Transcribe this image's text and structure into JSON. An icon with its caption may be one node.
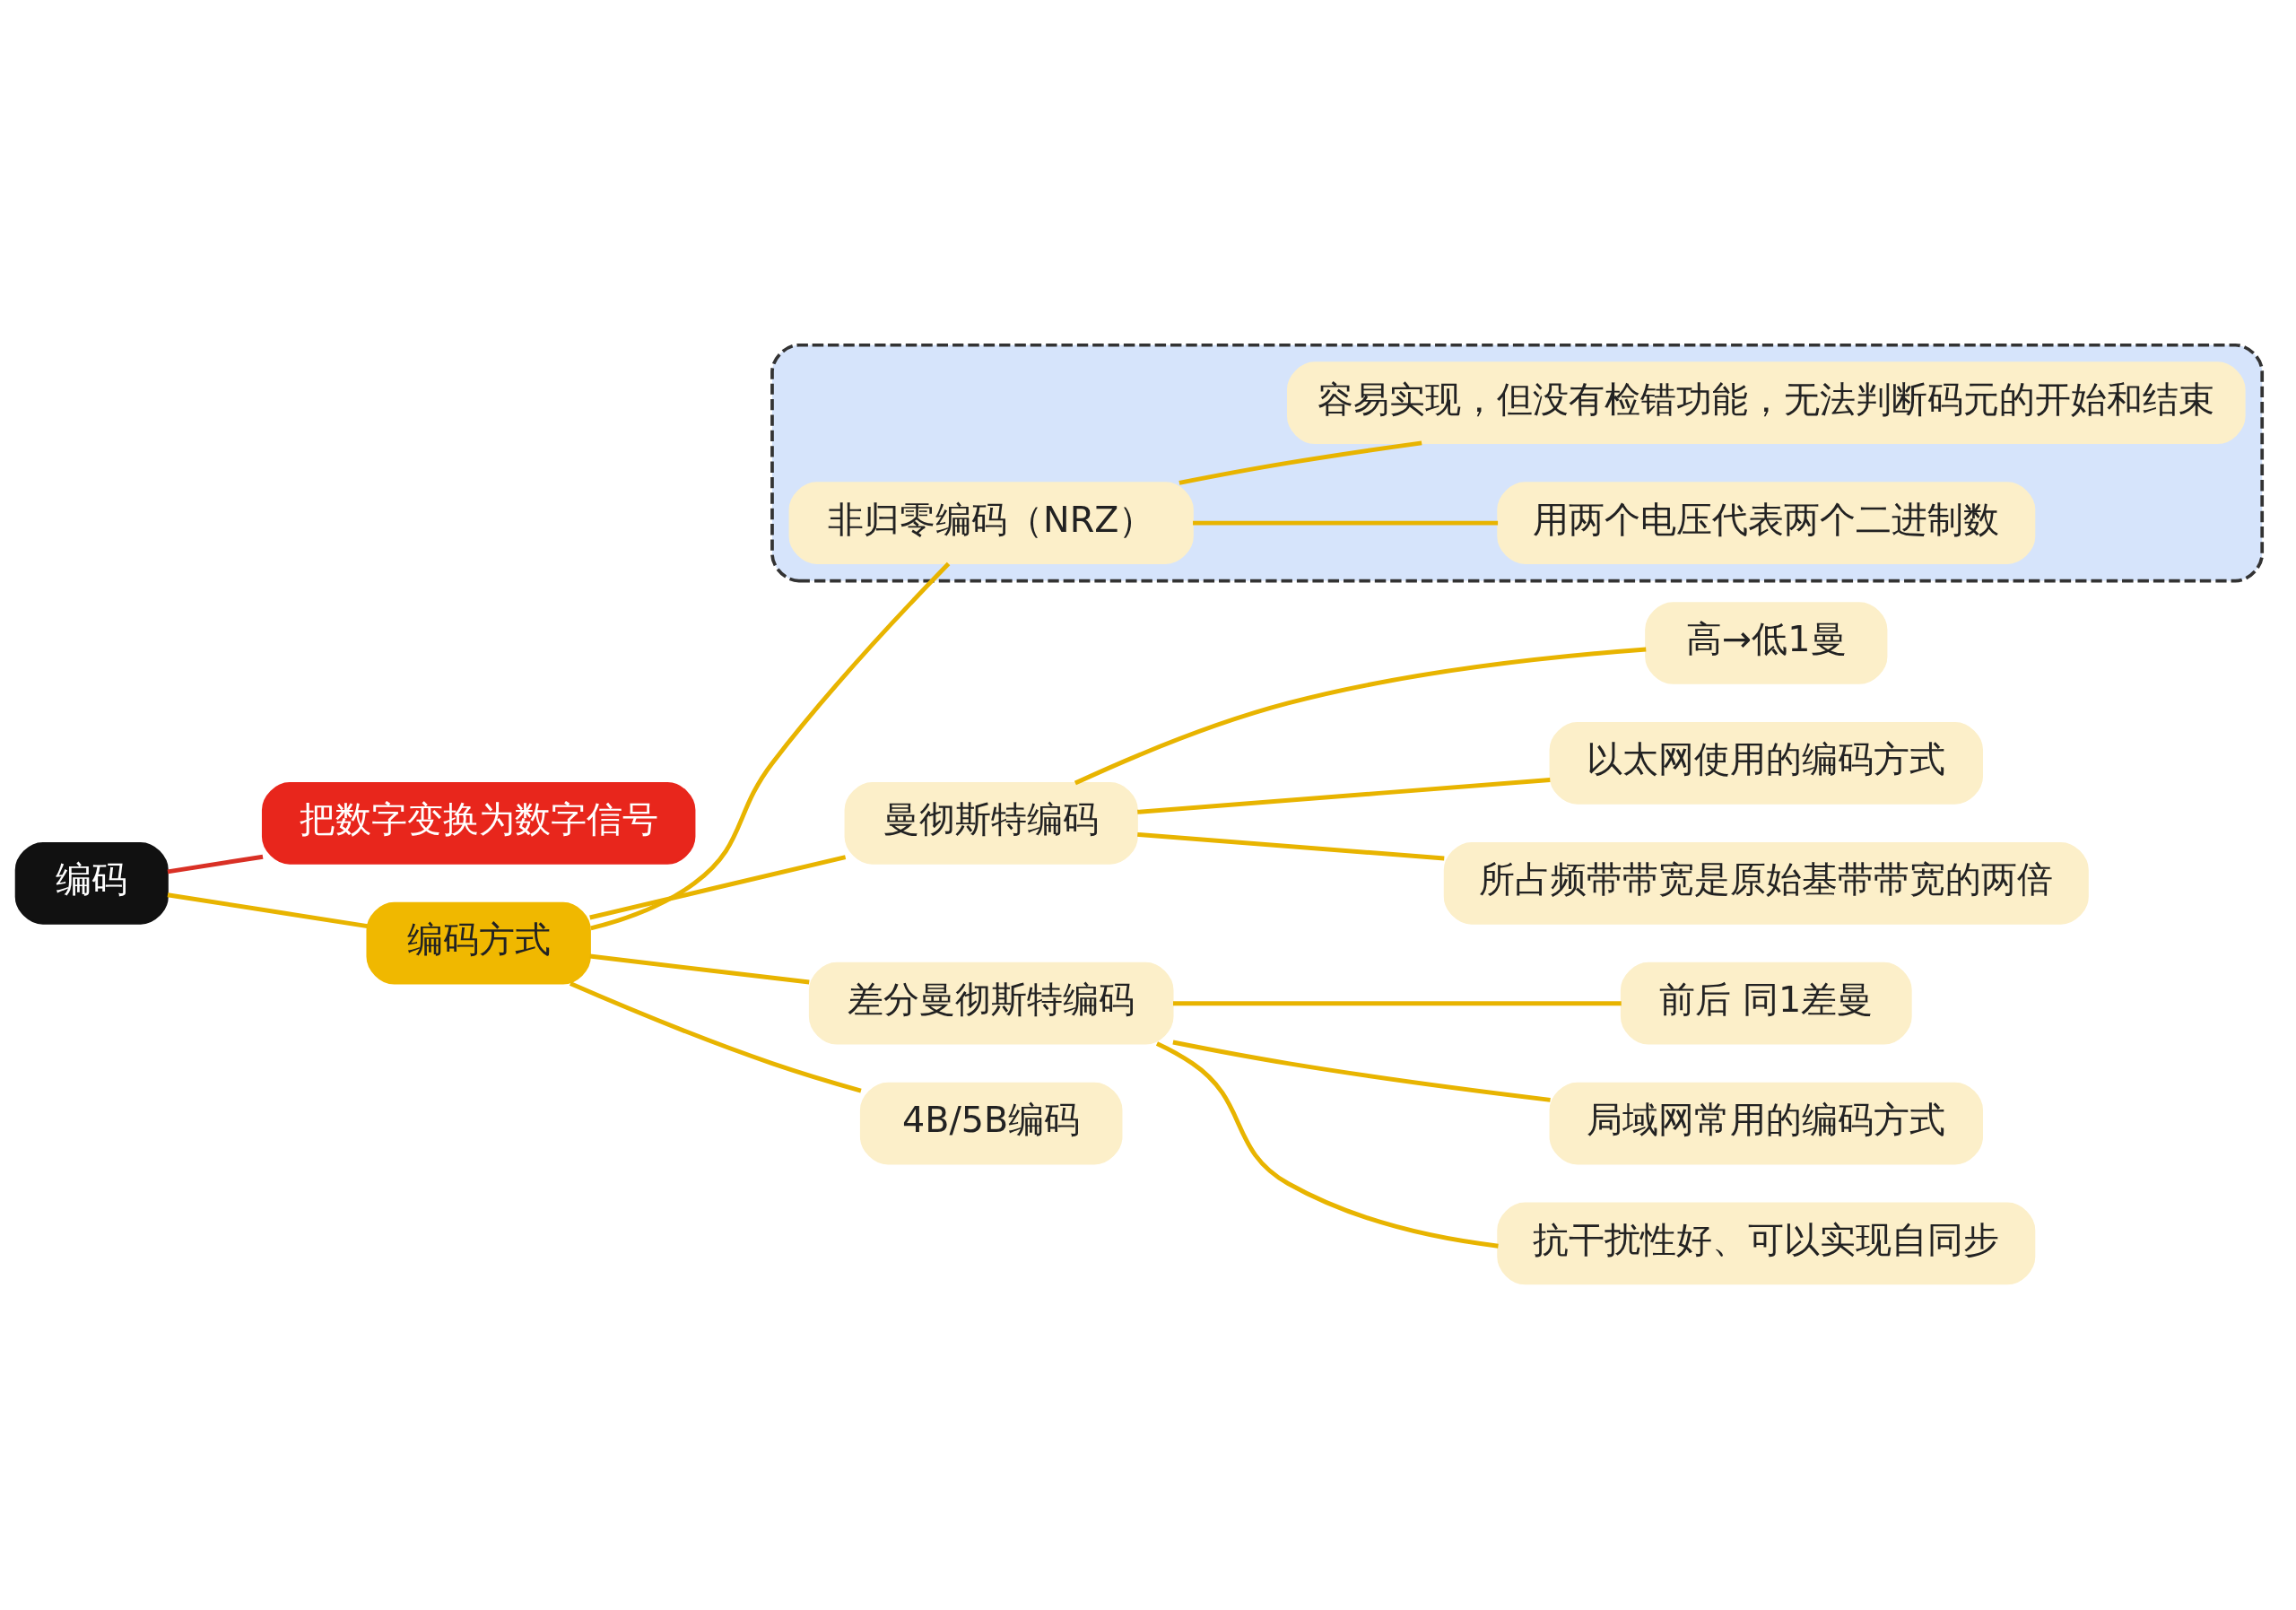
{
  "diagram": {
    "nodes": [
      {
        "text": [
          "编码"
        ]
      },
      {
        "text": [
          "把数字变换为数字信号"
        ]
      },
      {
        "text": [
          "编码方式"
        ]
      },
      {
        "text": [],
        "shape": "box"
      },
      {
        "text": [
          "非归零编码（NRZ）"
        ],
        "in": 3
      },
      {
        "text": [
          "用两个电压代表两个二进制数"
        ],
        "in": 3
      },
      {
        "text": [
          "容易实现，但没有检错功能，无法判断码元的开始和结束"
        ],
        "in": 3
      },
      {
        "text": [
          "曼彻斯特编码"
        ]
      },
      {
        "text": [
          "高→低1曼"
        ]
      },
      {
        "text": [
          "以太网使用的编码方式"
        ]
      },
      {
        "text": [
          "所占频带带宽是原始基带带宽的两倍"
        ]
      },
      {
        "text": [
          "差分曼彻斯特编码"
        ]
      },
      {
        "text": [
          "前后 同1差曼"
        ]
      },
      {
        "text": [
          "局域网常用的编码方式"
        ]
      },
      {
        "text": [
          "抗干扰性好、可以实现自同步"
        ]
      },
      {
        "text": [
          "4B/5B编码"
        ]
      }
    ],
    "edges": [
      {
        "from": 0,
        "to": 1,
        "arrow": "none",
        "color": "#d93025"
      },
      {
        "from": 0,
        "to": 2,
        "arrow": "none"
      },
      {
        "from": 2,
        "to": 4,
        "arrow": "none"
      },
      {
        "from": 2,
        "to": 7,
        "arrow": "none"
      },
      {
        "from": 2,
        "to": 11,
        "arrow": "none"
      },
      {
        "from": 2,
        "to": 15,
        "arrow": "none"
      },
      {
        "from": 4,
        "to": 5,
        "arrow": "none"
      },
      {
        "from": 4,
        "to": 6,
        "arrow": "none"
      },
      {
        "from": 7,
        "to": 8,
        "arrow": "none"
      },
      {
        "from": 7,
        "to": 9,
        "arrow": "none"
      },
      {
        "from": 7,
        "to": 10,
        "arrow": "none"
      },
      {
        "from": 11,
        "to": 12,
        "arrow": "none"
      },
      {
        "from": 11,
        "to": 13,
        "arrow": "none"
      },
      {
        "from": 11,
        "to": 14,
        "arrow": "none"
      }
    ]
  }
}
